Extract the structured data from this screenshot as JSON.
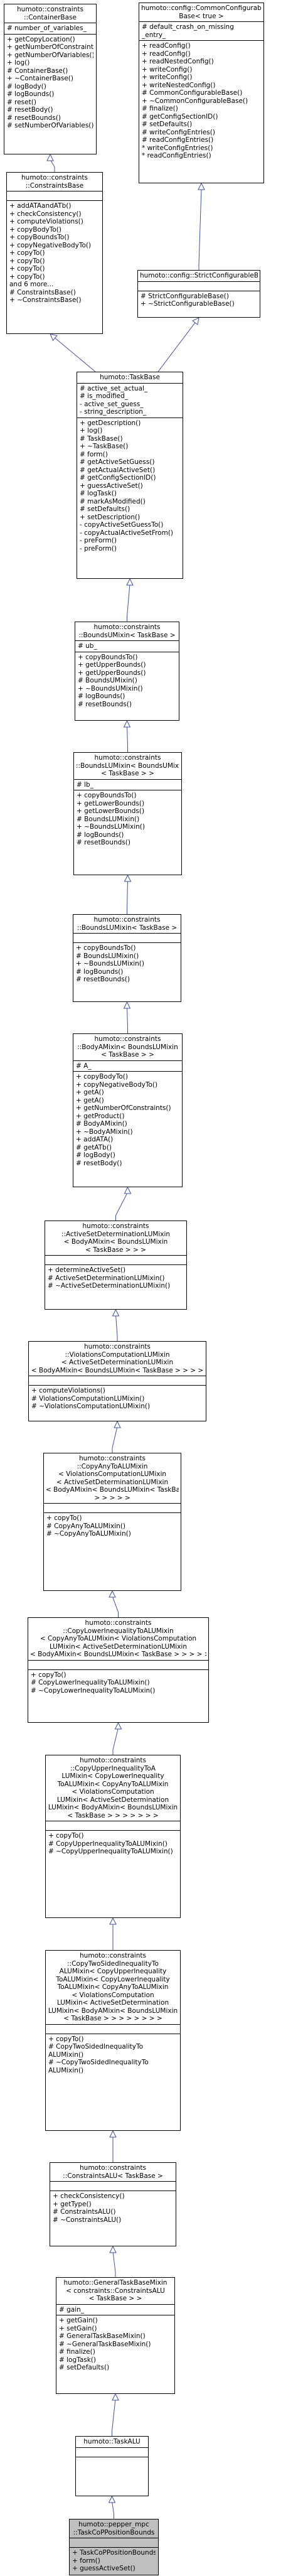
{
  "classes": [
    {
      "id": "ContainerBase",
      "title": [
        "humoto::constraints",
        "::ContainerBase"
      ],
      "attributes": [
        "# number_of_variables_"
      ],
      "methods": [
        "+ getCopyLocation()",
        "+ getNumberOfConstraints()",
        "+ getNumberOfVariables()",
        "+ log()",
        "# ContainerBase()",
        "+ ~ContainerBase()",
        "# logBody()",
        "# logBounds()",
        "# reset()",
        "# resetBody()",
        "# resetBounds()",
        "# setNumberOfVariables()"
      ]
    },
    {
      "id": "CommonConfigurableBase",
      "title": [
        "humoto::config::CommonConfigurable",
        "Base< true >"
      ],
      "attributes": [
        "# default_crash_on_missing",
        "_entry_"
      ],
      "methods": [
        "+ readConfig()",
        "+ readConfig()",
        "+ readNestedConfig()",
        "+ writeConfig()",
        "+ writeConfig()",
        "+ writeNestedConfig()",
        "# CommonConfigurableBase()",
        "+ ~CommonConfigurableBase()",
        "# finalize()",
        "# getConfigSectionID()",
        "# setDefaults()",
        "# writeConfigEntries()",
        "# readConfigEntries()",
        "* writeConfigEntries()",
        "* readConfigEntries()"
      ]
    },
    {
      "id": "ConstraintsBase",
      "title": [
        "humoto::constraints",
        "::ConstraintsBase"
      ],
      "attributes": [],
      "methods": [
        "+ addATAandATb()",
        "+ checkConsistency()",
        "+ computeViolations()",
        "+ copyBodyTo()",
        "+ copyBoundsTo()",
        "+ copyNegativeBodyTo()",
        "+ copyTo()",
        "+ copyTo()",
        "+ copyTo()",
        "+ copyTo()",
        "and 6 more...",
        "# ConstraintsBase()",
        "+ ~ConstraintsBase()"
      ]
    },
    {
      "id": "StrictConfigurableBase",
      "title": [
        "humoto::config::StrictConfigurableBase"
      ],
      "attributes": [],
      "methods": [
        "# StrictConfigurableBase()",
        "+ ~StrictConfigurableBase()"
      ]
    },
    {
      "id": "TaskBase",
      "title": [
        "humoto::TaskBase"
      ],
      "attributes": [
        "# active_set_actual_",
        "# is_modified_",
        "- active_set_guess_",
        "- string_description_"
      ],
      "methods": [
        "+ getDescription()",
        "+ log()",
        "# TaskBase()",
        "+ ~TaskBase()",
        "# form()",
        "# getActiveSetGuess()",
        "# getActualActiveSet()",
        "# getConfigSectionID()",
        "+ guessActiveSet()",
        "# logTask()",
        "# markAsModified()",
        "# setDefaults()",
        "+ setDescription()",
        "- copyActiveSetGuessTo()",
        "- copyActualActiveSetFrom()",
        "- preForm()",
        "- preForm()"
      ]
    },
    {
      "id": "BoundsUMixin",
      "title": [
        "humoto::constraints",
        "::BoundsUMixin< TaskBase >"
      ],
      "attributes": [
        "# ub_"
      ],
      "methods": [
        "+ copyBoundsTo()",
        "+ getUpperBounds()",
        "+ getUpperBounds()",
        "# BoundsUMixin()",
        "+ ~BoundsUMixin()",
        "# logBounds()",
        "# resetBounds()"
      ]
    },
    {
      "id": "BoundsLBMixin",
      "title": [
        "humoto::constraints",
        "::BoundsLUMixin< BoundsUMixin",
        "< TaskBase > >"
      ],
      "attributes": [
        "# lb_"
      ],
      "methods": [
        "+ copyBoundsTo()",
        "+ getLowerBounds()",
        "+ getLowerBounds()",
        "# BoundsLUMixin()",
        "+ ~BoundsLUMixin()",
        "# logBounds()",
        "# resetBounds()"
      ]
    },
    {
      "id": "BoundsLUMixinTask",
      "title": [
        "humoto::constraints",
        "::BoundsLUMixin< TaskBase >"
      ],
      "attributes": [],
      "methods": [
        "+ copyBoundsTo()",
        "# BoundsLUMixin()",
        "+ ~BoundsLUMixin()",
        "# logBounds()",
        "# resetBounds()"
      ]
    },
    {
      "id": "BodyAMixin",
      "title": [
        "humoto::constraints",
        "::BodyAMixin< BoundsLUMixin",
        "< TaskBase > >"
      ],
      "attributes": [
        "# A_"
      ],
      "methods": [
        "+ copyBodyTo()",
        "+ copyNegativeBodyTo()",
        "+ getA()",
        "+ getA()",
        "+ getNumberOfConstraints()",
        "+ getProduct()",
        "# BodyAMixin()",
        "+ ~BodyAMixin()",
        "+ addATA()",
        "# getATb()",
        "# logBody()",
        "# resetBody()"
      ]
    },
    {
      "id": "ActiveSetDeterminationLUMixin",
      "title": [
        "humoto::constraints",
        "::ActiveSetDeterminationLUMixin",
        "< BodyAMixin< BoundsLUMixin",
        "< TaskBase > > >"
      ],
      "attributes": [],
      "methods": [
        "+ determineActiveSet()",
        "# ActiveSetDeterminationLUMixin()",
        "# ~ActiveSetDeterminationLUMixin()"
      ]
    },
    {
      "id": "ViolationsComputationLUMixin",
      "title": [
        "humoto::constraints",
        "::ViolationsComputationLUMixin",
        "< ActiveSetDeterminationLUMixin",
        "< BodyAMixin< BoundsLUMixin< TaskBase > > > >"
      ],
      "attributes": [],
      "methods": [
        "+ computeViolations()",
        "# ViolationsComputationLUMixin()",
        "# ~ViolationsComputationLUMixin()"
      ]
    },
    {
      "id": "CopyAnyToALUMixin",
      "title": [
        "humoto::constraints",
        "::CopyAnyToALUMixin",
        "< ViolationsComputationLUMixin",
        "< ActiveSetDeterminationLUMixin",
        "< BodyAMixin< BoundsLUMixin< TaskBase",
        "> > > > >"
      ],
      "attributes": [],
      "methods": [
        "+ copyTo()",
        "# CopyAnyToALUMixin()",
        "# ~CopyAnyToALUMixin()"
      ]
    },
    {
      "id": "CopyLowerInequalityToALUMixin",
      "title": [
        "humoto::constraints",
        "::CopyLowerInequalityToALUMixin",
        "< CopyAnyToALUMixin< ViolationsComputation",
        "LUMixin< ActiveSetDeterminationLUMixin",
        "< BodyAMixin< BoundsLUMixin< TaskBase > > > > > >"
      ],
      "attributes": [],
      "methods": [
        "+ copyTo()",
        "# CopyLowerInequalityToALUMixin()",
        "# ~CopyLowerInequalityToALUMixin()"
      ]
    },
    {
      "id": "CopyUpperInequalityToALUMixin",
      "title": [
        "humoto::constraints",
        "::CopyUpperInequalityToA",
        "LUMixin< CopyLowerInequality",
        "ToALUMixin< CopyAnyToALUMixin",
        "< ViolationsComputation",
        "LUMixin< ActiveSetDetermination",
        "LUMixin< BodyAMixin< BoundsLUMixin",
        "< TaskBase > > > > > > >"
      ],
      "attributes": [],
      "methods": [
        "+ copyTo()",
        "# CopyUpperInequalityToALUMixin()",
        "# ~CopyUpperInequalityToALUMixin()"
      ]
    },
    {
      "id": "CopyTwoSidedInequalityToALUMixin",
      "title": [
        "humoto::constraints",
        "::CopyTwoSidedInequalityTo",
        "ALUMixin< CopyUpperInequality",
        "ToALUMixin< CopyLowerInequality",
        "ToALUMixin< CopyAnyToALUMixin",
        "< ViolationsComputation",
        "LUMixin< ActiveSetDetermination",
        "LUMixin< BodyAMixin< BoundsLUMixin",
        "< TaskBase > > > > > > > >"
      ],
      "attributes": [],
      "methods": [
        "+ copyTo()",
        "# CopyTwoSidedInequalityTo",
        "ALUMixin()",
        "# ~CopyTwoSidedInequalityTo",
        "ALUMixin()"
      ]
    },
    {
      "id": "ConstraintsALU",
      "title": [
        "humoto::constraints",
        "::ConstraintsALU< TaskBase >"
      ],
      "attributes": [],
      "methods": [
        "+ checkConsistency()",
        "+ getType()",
        "# ConstraintsALU()",
        "# ~ConstraintsALU()"
      ]
    },
    {
      "id": "GeneralTaskBaseMixin",
      "title": [
        "humoto::GeneralTaskBaseMixin",
        "< constraints::ConstraintsALU",
        "< TaskBase > >"
      ],
      "attributes": [
        "# gain_"
      ],
      "methods": [
        "+ getGain()",
        "+ setGain()",
        "# GeneralTaskBaseMixin()",
        "# ~GeneralTaskBaseMixin()",
        "# finalize()",
        "# logTask()",
        "# setDefaults()"
      ]
    },
    {
      "id": "TaskALU",
      "title": [
        "humoto::TaskALU"
      ],
      "attributes": [],
      "methods": []
    },
    {
      "id": "TaskCoPPositionBounds",
      "title": [
        "humoto::pepper_mpc",
        "::TaskCoPPositionBounds"
      ],
      "attributes": [],
      "methods": [
        "+ TaskCoPPositionBounds()",
        "+ form()",
        "+ guessActiveSet()"
      ]
    }
  ]
}
